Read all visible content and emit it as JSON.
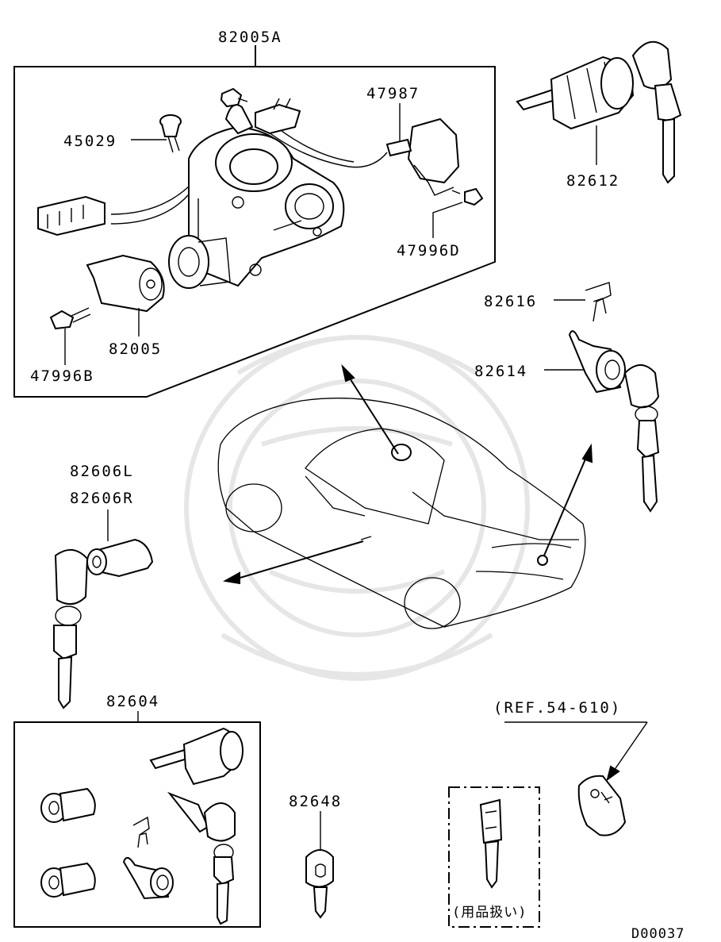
{
  "diagram": {
    "title_code": "D00037",
    "watermark": "logo-watermark",
    "labels": {
      "p82005A": "82005A",
      "p45029": "45029",
      "p47987": "47987",
      "p47996D": "47996D",
      "p82005": "82005",
      "p47996B": "47996B",
      "p82612": "82612",
      "p82616": "82616",
      "p82614": "82614",
      "p82606L": "82606L",
      "p82606R": "82606R",
      "p82604": "82604",
      "p82648": "82648",
      "ref": "(REF.54-610)",
      "note_jp": "(用品扱い)"
    },
    "icons": [
      "ignition-switch-assembly-icon",
      "key-cylinder-icon",
      "key-icon",
      "clip-icon",
      "car-body-icon",
      "key-fob-icon"
    ]
  }
}
